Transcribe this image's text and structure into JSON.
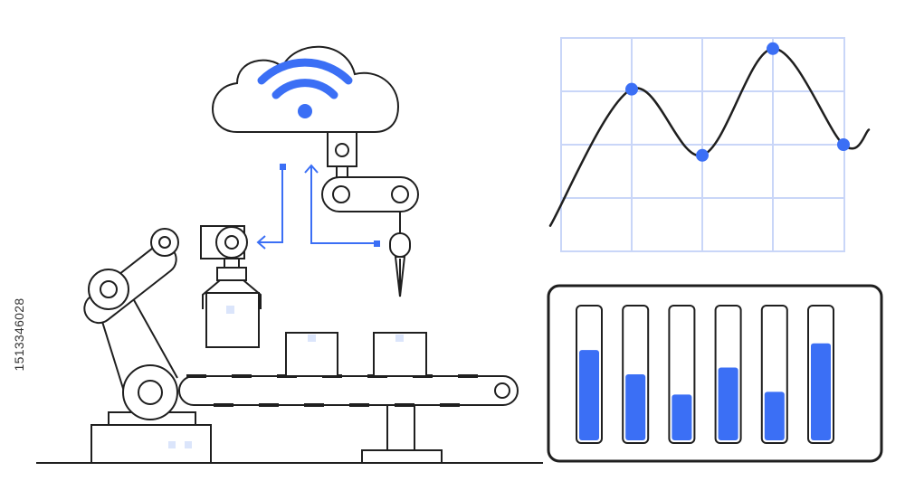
{
  "watermark": {
    "stock_id": "1513346028"
  },
  "colors": {
    "outline": "#1f1f1f",
    "accent": "#3b6ff5",
    "grid": "#c9d6f8",
    "box_tag": "#dbe5fb"
  },
  "icons": [
    "cloud-wifi-icon",
    "robot-arm-icon",
    "conveyor-belt-icon",
    "line-chart-icon",
    "level-bars-icon"
  ],
  "level_panel": {
    "levels": [
      0.67,
      0.49,
      0.34,
      0.54,
      0.36,
      0.72
    ]
  },
  "chart_data": {
    "type": "line",
    "series": [
      {
        "values": [
          0.12,
          0.76,
          0.45,
          0.95,
          0.5,
          0.57
        ]
      }
    ],
    "highlighted_points": [
      1,
      2,
      3,
      4
    ],
    "grid": true,
    "xlabel": "",
    "ylabel": ""
  }
}
